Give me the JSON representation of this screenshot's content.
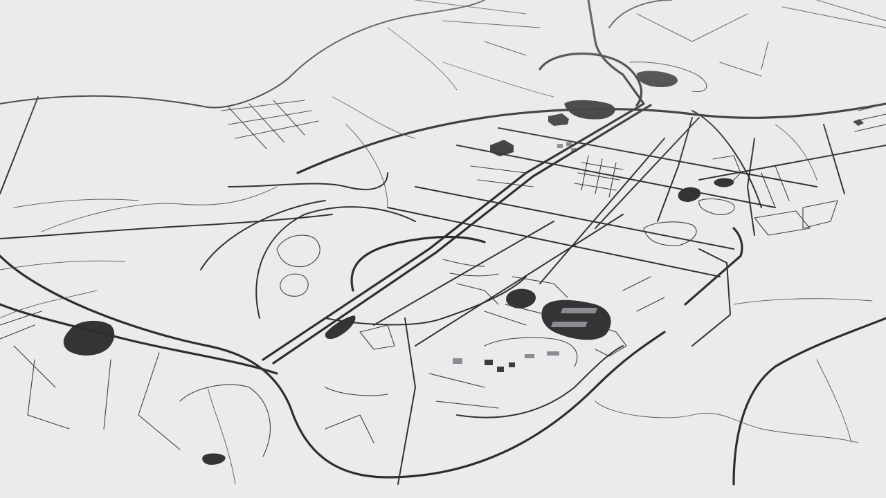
{
  "map": {
    "style": "monochrome city street map, perspective view",
    "colors": {
      "background": "#e9ebed",
      "roads": "#2d2e30",
      "water_and_buildings": "#333436",
      "light_buildings": "#8a8c8f"
    },
    "layers": [
      "roads",
      "water",
      "buildings"
    ],
    "text_labels": []
  }
}
